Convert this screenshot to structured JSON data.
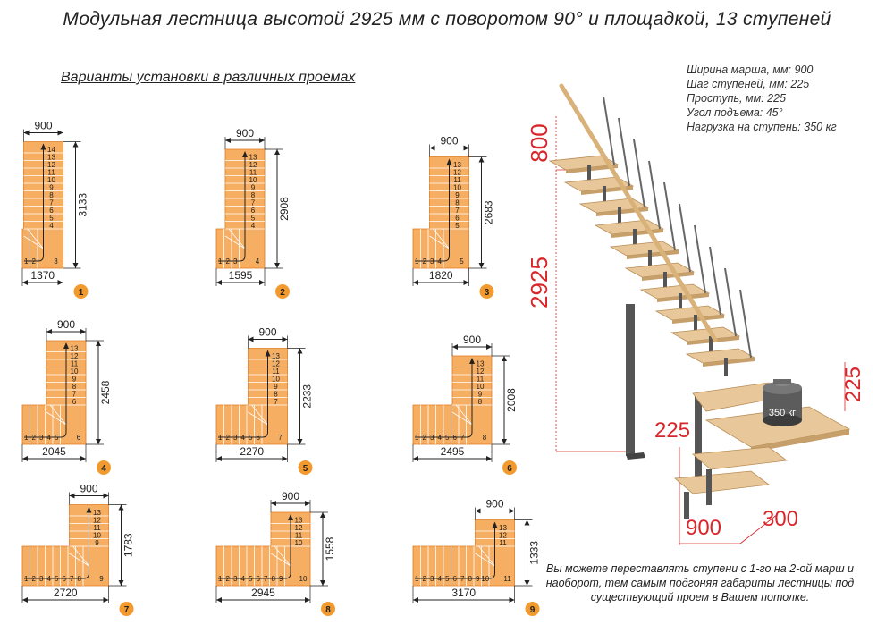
{
  "title": "Модульная лестница высотой 2925 мм с поворотом 90° и площадкой, 13 ступеней",
  "subtitle": "Варианты установки в различных проемах",
  "specs": [
    "Ширина марша, мм: 900",
    "Шаг ступеней, мм: 225",
    "Проступь, мм: 225",
    "Угол подъема: 45°",
    "Нагрузка на ступень: 350 кг"
  ],
  "note": "Вы можете переставлять ступени с 1-го на 2-ой марш и наоборот, тем самым подгоняя габариты лестницы под существующий проем в Вашем потолке.",
  "variants": [
    {
      "number": "1",
      "width": "1370",
      "height": "3133",
      "top_width": "900",
      "lower_count": 2,
      "upper_count": 11
    },
    {
      "number": "2",
      "width": "1595",
      "height": "2908",
      "top_width": "900",
      "lower_count": 3,
      "upper_count": 10
    },
    {
      "number": "3",
      "width": "1820",
      "height": "2683",
      "top_width": "900",
      "lower_count": 4,
      "upper_count": 9
    },
    {
      "number": "4",
      "width": "2045",
      "height": "2458",
      "top_width": "900",
      "lower_count": 5,
      "upper_count": 8
    },
    {
      "number": "5",
      "width": "2270",
      "height": "2233",
      "top_width": "900",
      "lower_count": 6,
      "upper_count": 7
    },
    {
      "number": "6",
      "width": "2495",
      "height": "2008",
      "top_width": "900",
      "lower_count": 7,
      "upper_count": 6
    },
    {
      "number": "7",
      "width": "2720",
      "height": "1783",
      "top_width": "900",
      "lower_count": 8,
      "upper_count": 5
    },
    {
      "number": "8",
      "width": "2945",
      "height": "1558",
      "top_width": "900",
      "lower_count": 9,
      "upper_count": 4
    },
    {
      "number": "9",
      "width": "3170",
      "height": "1333",
      "top_width": "900",
      "lower_count": 10,
      "upper_count": 3
    }
  ],
  "model_dims": {
    "top_offset": "800",
    "total_height": "2925",
    "step_rise": "225",
    "step_depth": "225",
    "bottom_width": "900",
    "bottom_depth": "300",
    "weight_label": "350 кг"
  },
  "colors": {
    "step_fill": "#f6ae62",
    "step_line": "#e07a1e",
    "badge": "#f39a2e",
    "dim_red": "#d9262a",
    "metal": "#555555",
    "wood": "#e8c89a"
  }
}
